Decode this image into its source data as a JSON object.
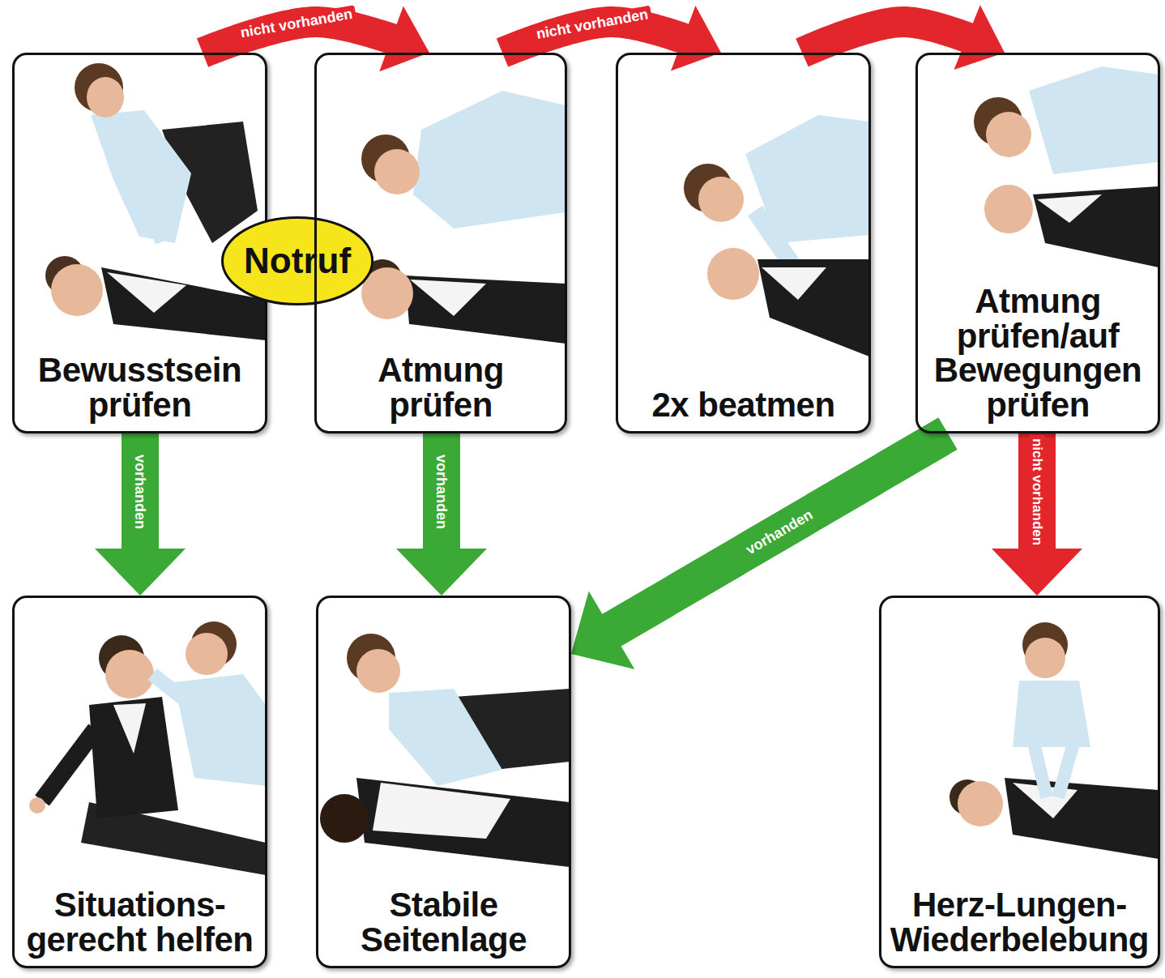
{
  "diagram": {
    "nodes": [
      {
        "text": [
          "Bewusstsein prüfen"
        ]
      },
      {
        "text": [
          "Notruf"
        ]
      },
      {
        "text": [
          "Atmung prüfen"
        ]
      },
      {
        "text": [
          "2x beatmen"
        ]
      },
      {
        "text": [
          "Atmung prüfen/auf Bewegungen prüfen"
        ]
      },
      {
        "text": [
          "Situations- gerecht helfen"
        ]
      },
      {
        "text": [
          "Stabile Seitenlage"
        ]
      },
      {
        "text": [
          "Herz-Lungen- Wiederbelebung"
        ]
      }
    ],
    "edges": [
      {
        "from": 0,
        "to": 2,
        "label": "nicht vorhanden",
        "arrow": "to"
      },
      {
        "from": 2,
        "to": 3,
        "label": "nicht vorhanden",
        "arrow": "to"
      },
      {
        "from": 3,
        "to": 4,
        "arrow": "to"
      },
      {
        "from": 0,
        "to": 5,
        "label": "vorhanden",
        "arrow": "to"
      },
      {
        "from": 2,
        "to": 6,
        "label": "vorhanden",
        "arrow": "to"
      },
      {
        "from": 4,
        "to": 6,
        "label": "vorhanden",
        "arrow": "to"
      },
      {
        "from": 4,
        "to": 7,
        "label": "nicht vorhanden",
        "arrow": "to"
      }
    ]
  }
}
